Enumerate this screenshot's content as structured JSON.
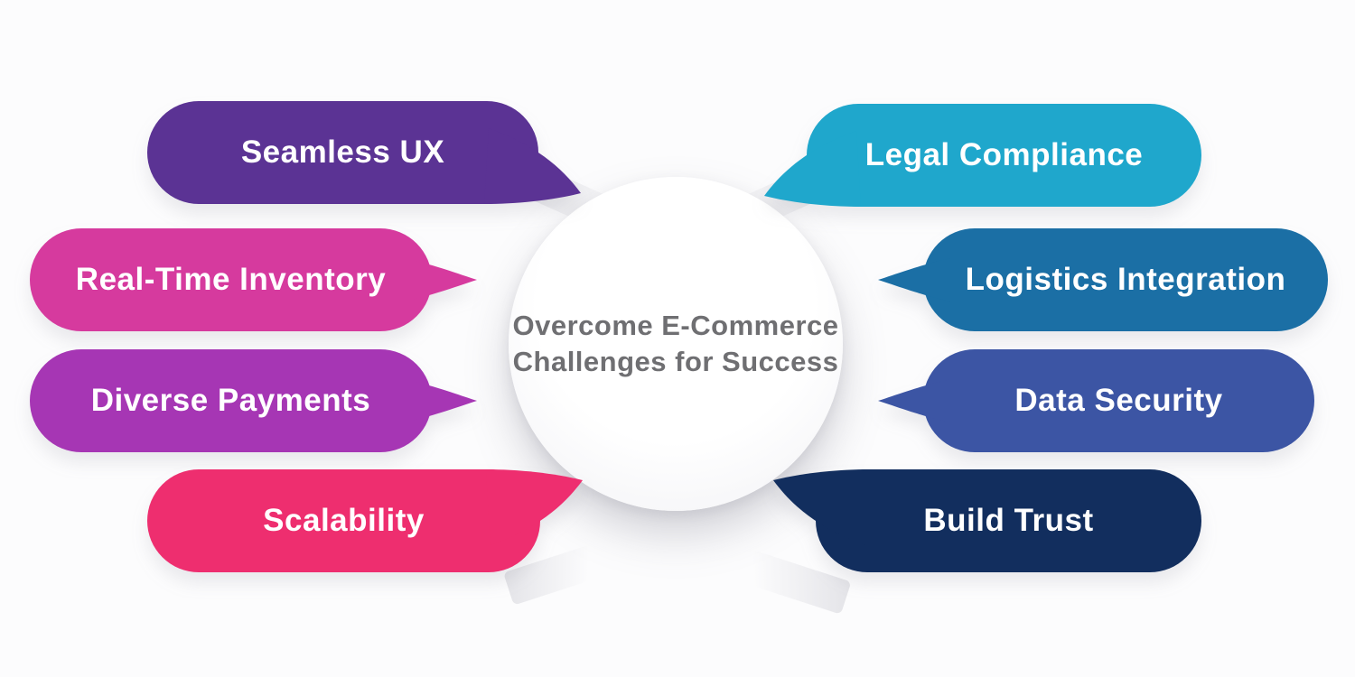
{
  "background_color": "#fcfcfd",
  "center": {
    "title_line1": "Overcome E-Commerce",
    "title_line2": "Challenges for Success",
    "text_color": "#6f6f72",
    "fill_color": "#ffffff"
  },
  "bubbles": [
    {
      "id": "seamless-ux",
      "label": "Seamless UX",
      "color": "#5b3394",
      "side": "left",
      "row": 1
    },
    {
      "id": "real-time-inventory",
      "label": "Real-Time Inventory",
      "color": "#d63a9e",
      "side": "left",
      "row": 2
    },
    {
      "id": "diverse-payments",
      "label": "Diverse Payments",
      "color": "#a636b4",
      "side": "left",
      "row": 3
    },
    {
      "id": "scalability",
      "label": "Scalability",
      "color": "#ee2e6f",
      "side": "left",
      "row": 4
    },
    {
      "id": "legal-compliance",
      "label": "Legal Compliance",
      "color": "#1fa7cc",
      "side": "right",
      "row": 1
    },
    {
      "id": "logistics-integration",
      "label": "Logistics Integration",
      "color": "#1b6fa5",
      "side": "right",
      "row": 2
    },
    {
      "id": "data-security",
      "label": "Data Security",
      "color": "#3c55a4",
      "side": "right",
      "row": 3
    },
    {
      "id": "build-trust",
      "label": "Build Trust",
      "color": "#122e5e",
      "side": "right",
      "row": 4
    }
  ]
}
